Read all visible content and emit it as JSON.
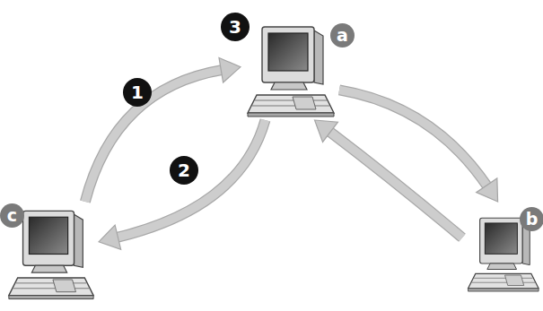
{
  "diagram": {
    "nodes": [
      {
        "text": [
          "a"
        ]
      },
      {
        "text": [
          "c"
        ]
      },
      {
        "text": [
          "b"
        ]
      }
    ],
    "edges": [
      {
        "from": 1,
        "to": 0,
        "arrow": "to"
      },
      {
        "from": 0,
        "to": 1,
        "arrow": "to"
      },
      {
        "from": 0,
        "to": 2,
        "arrow": "to"
      },
      {
        "from": 2,
        "to": 0,
        "arrow": "to"
      }
    ],
    "labels": [
      "3",
      "1",
      "2"
    ]
  }
}
